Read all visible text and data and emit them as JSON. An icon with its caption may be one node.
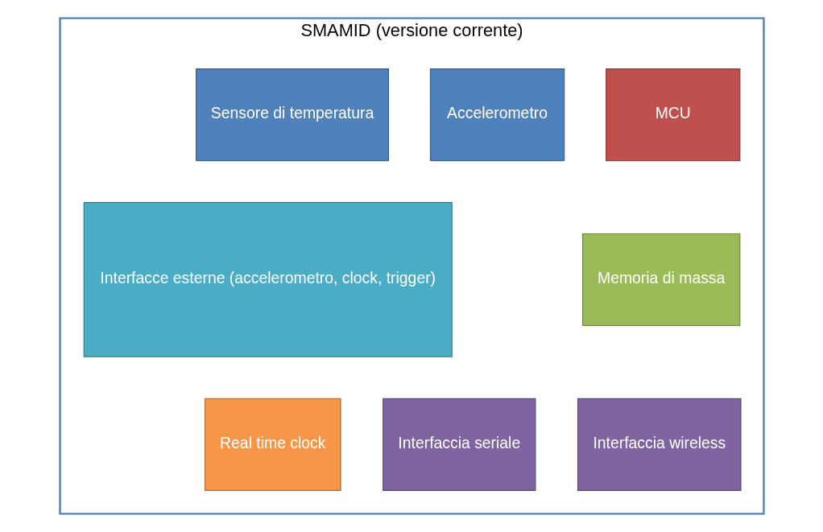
{
  "diagram": {
    "nodes": [
      {
        "text": [
          "SMAMID (versione corrente)"
        ]
      },
      {
        "text": [
          "MCU"
        ],
        "in": 0
      },
      {
        "text": [
          "Accelerometro"
        ],
        "in": 0
      },
      {
        "text": [
          "Sensore di temperatura"
        ],
        "in": 0
      },
      {
        "text": [
          "Interfacce esterne (accelerometro, clock, trigger)"
        ],
        "in": 0
      },
      {
        "text": [
          "Memoria di massa"
        ],
        "in": 0
      },
      {
        "text": [
          "Interfaccia wireless"
        ],
        "in": 0
      },
      {
        "text": [
          "Interfaccia seriale"
        ],
        "in": 0
      },
      {
        "text": [
          "Real time clock"
        ],
        "in": 0
      }
    ]
  }
}
